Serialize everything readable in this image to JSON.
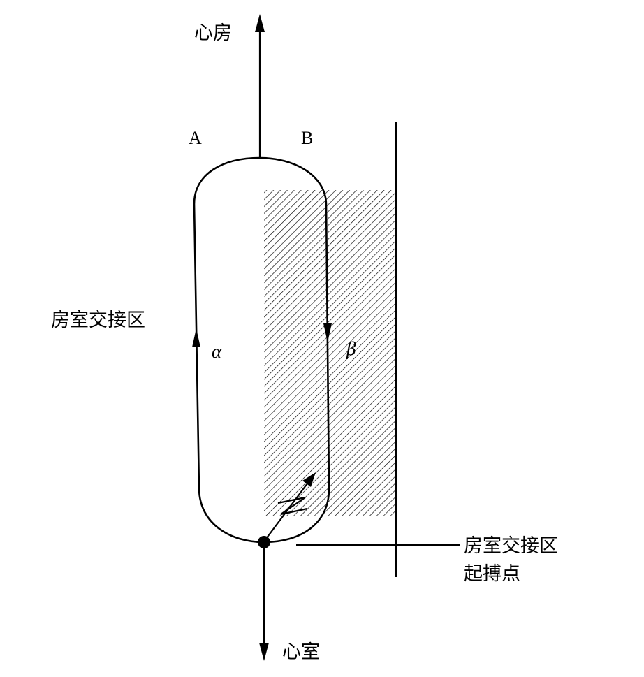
{
  "labels": {
    "atrium": "心房",
    "ventricle": "心室",
    "point_a": "A",
    "point_b": "B",
    "junction_zone": "房室交接区",
    "alpha_path": "α",
    "beta_path": "β",
    "origin_line1": "房室交接区",
    "origin_line2": "起搏点"
  },
  "colors": {
    "stroke": "#000000",
    "background": "#ffffff"
  }
}
